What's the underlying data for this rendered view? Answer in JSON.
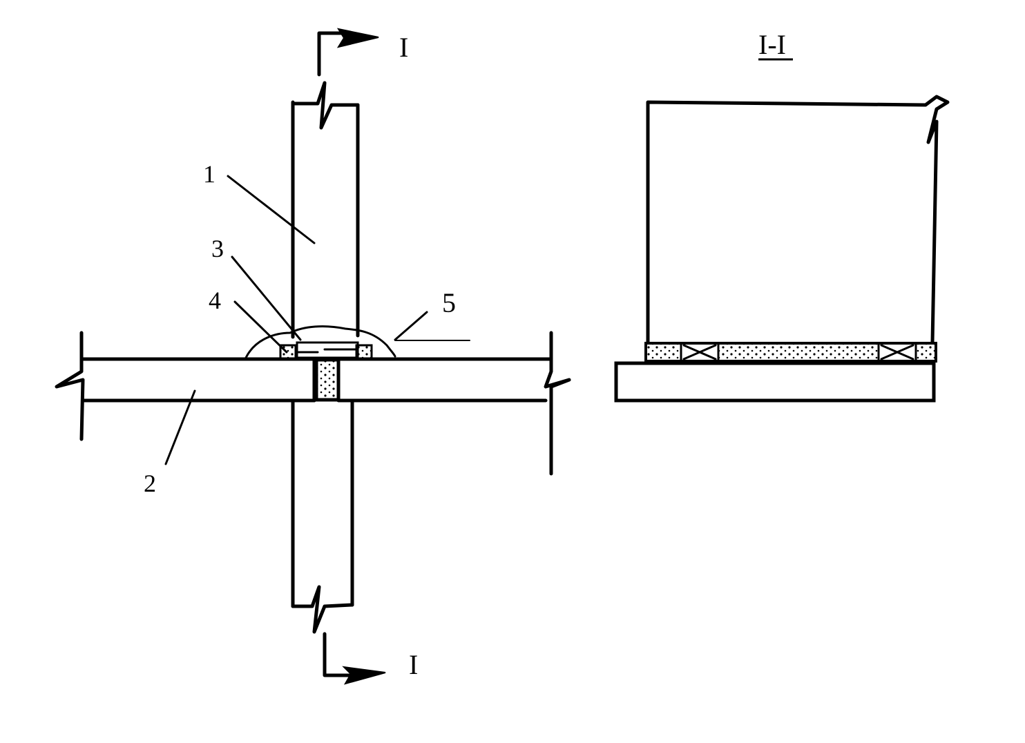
{
  "section_marks": {
    "top": "I",
    "bottom": "I",
    "section_title": "I-I"
  },
  "callouts": [
    {
      "id": "1",
      "label": "1"
    },
    {
      "id": "2",
      "label": "2"
    },
    {
      "id": "3",
      "label": "3"
    },
    {
      "id": "4",
      "label": "4"
    },
    {
      "id": "5",
      "label": "5"
    }
  ],
  "colors": {
    "line": "#000000",
    "background": "#ffffff"
  }
}
